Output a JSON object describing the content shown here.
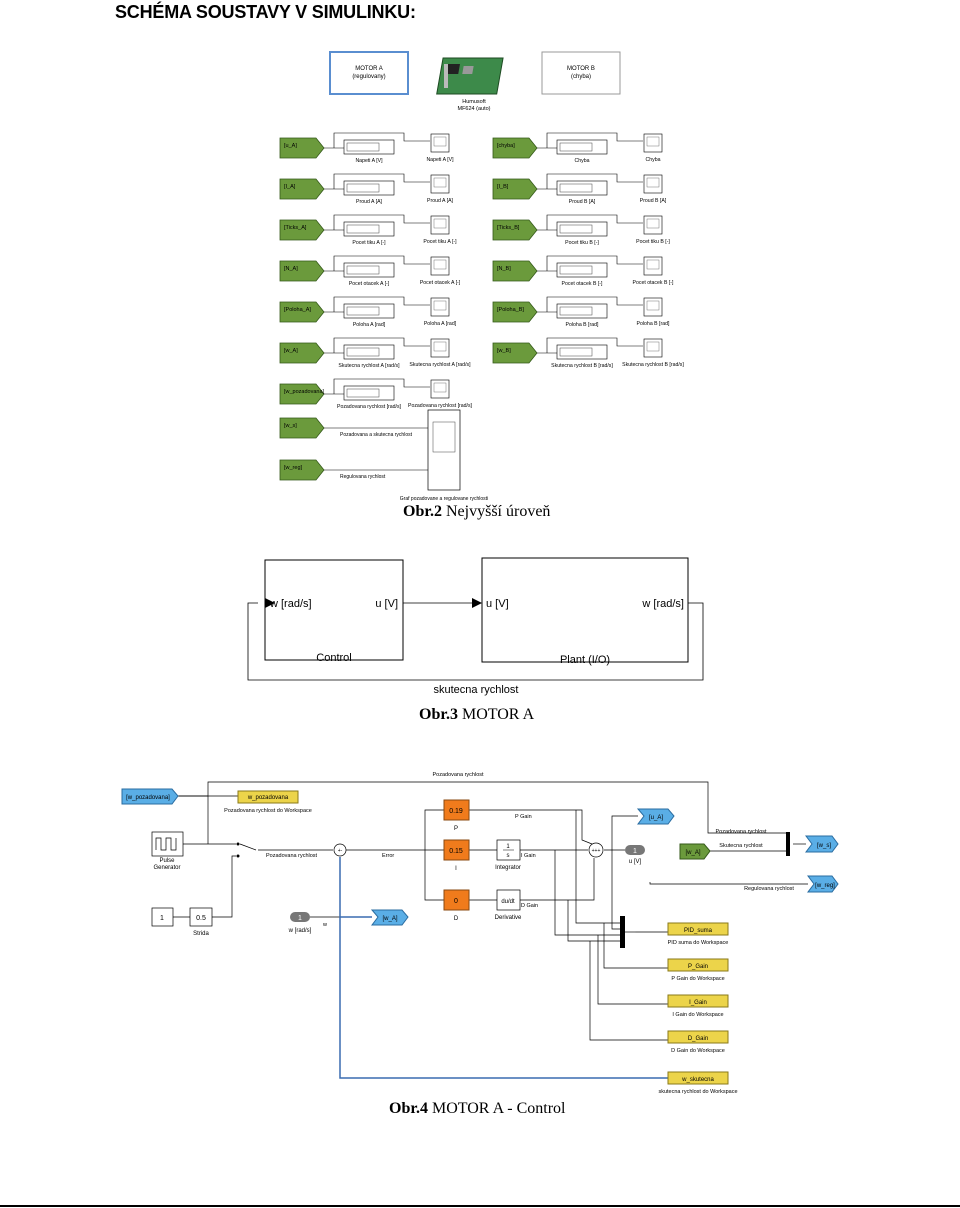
{
  "heading": "SCHÉMA SOUSTAVY V SIMULINKU:",
  "fig2": {
    "caption_num": "Obr.2",
    "caption_text": " Nejvyšší úroveň",
    "top_blocks": [
      {
        "label1": "MOTOR A",
        "label2": "(regulovany)"
      },
      {
        "label1": "MOTOR B",
        "label2": "(chyba)"
      }
    ],
    "card_label1": "Humusoft",
    "card_label2": "MF624 (auto)",
    "left_rows": [
      {
        "tag": "[u_A]",
        "display": "Napeti A [V]",
        "scope": "Napeti A [V]"
      },
      {
        "tag": "[I_A]",
        "display": "Proud A [A]",
        "scope": "Proud A [A]"
      },
      {
        "tag": "[Ticks_A]",
        "display": "Pocet tiku A [-]",
        "scope": "Pocet tiku A [-]"
      },
      {
        "tag": "[N_A]",
        "display": "Pocet otacek A [-]",
        "scope": "Pocet otacek A [-]"
      },
      {
        "tag": "[Poloha_A]",
        "display": "Poloha A [rad]",
        "scope": "Poloha A [rad]"
      },
      {
        "tag": "[w_A]",
        "display": "Skutecna rychlost A [rad/s]",
        "scope": "Skutecna rychlost A [rad/s]"
      },
      {
        "tag": "[w_pozadovana]",
        "display": "Pozadovana rychlost [rad/s]",
        "scope": "Pozadovana rychlost [rad/s]"
      }
    ],
    "right_rows": [
      {
        "tag": "[chyba]",
        "display": "Chyba",
        "scope": "Chyba"
      },
      {
        "tag": "[I_B]",
        "display": "Proud B [A]",
        "scope": "Proud B [A]"
      },
      {
        "tag": "[Ticks_B]",
        "display": "Pocet tiku B [-]",
        "scope": "Pocet tiku B [-]"
      },
      {
        "tag": "[N_B]",
        "display": "Pocet otacek B [-]",
        "scope": "Pocet otacek B [-]"
      },
      {
        "tag": "[Poloha_B]",
        "display": "Poloha B [rad]",
        "scope": "Poloha B [rad]"
      },
      {
        "tag": "[w_B]",
        "display": "Skutecna rychlost B [rad/s]",
        "scope": "Skutecna rychlost B [rad/s]"
      }
    ],
    "bottom_rows": [
      {
        "tag": "[w_s]",
        "line_label": "Pozadovana a skutecna rychlost"
      },
      {
        "tag": "[w_reg]",
        "line_label": "Regulovana rychlost"
      }
    ],
    "big_scope_label": "Graf pozadovane a regulovane rychlosti"
  },
  "fig3": {
    "caption_num": "Obr.3",
    "caption_text": " MOTOR A",
    "control": {
      "in_port": "w [rad/s]",
      "out_port": "u [V]",
      "name": "Control"
    },
    "plant": {
      "in_port": "u [V]",
      "out_port": "w [rad/s]",
      "name": "Plant (I/O)"
    },
    "feedback_label": "skutecna rychlost"
  },
  "fig4": {
    "caption_num": "Obr.4",
    "caption_text": " MOTOR A - Control",
    "top_line_label": "Pozadovana rychlost",
    "from_w_poz": "[w_pozadovana]",
    "ws_w_poz": "w_pozadovana",
    "ws_w_poz_label": "Pozadovana rychlost do Workspace",
    "pulse_label1": "Pulse",
    "pulse_label2": "Generator",
    "switch_out_label": "Pozadovana rychlost",
    "const1": "1",
    "const05": "0.5",
    "strida_label": "Strida",
    "error_label": "Error",
    "gain_p": "0.19",
    "gain_p_label": "P",
    "gain_i": "0.15",
    "gain_i_label": "I",
    "gain_d": "0",
    "gain_d_label": "D",
    "p_gain_line": "P Gain",
    "i_gain_line": "I Gain",
    "d_gain_line": "D Gain",
    "integrator_label": "Integrator",
    "integrator_num": "1",
    "integrator_den": "s",
    "derivative_text": "du/dt",
    "derivative_label": "Derivative",
    "goto_u_a": "[u_A]",
    "uv_value": "1",
    "uv_label": "u [V]",
    "w_rad_value": "1",
    "w_rad_label": "w [rad/s]",
    "w_line_label": "w",
    "goto_w_a": "[w_A]",
    "from_w_a": "[w_A]",
    "mux_line1": "Pozadovana rychlost",
    "mux_line2": "Skutecna rychlost",
    "goto_w_s": "[w_s]",
    "reg_line_label": "Regulovana rychlost",
    "goto_w_reg": "[w_reg]",
    "ws_blocks": [
      {
        "name": "PID_suma",
        "label": "PID suma do Workspace"
      },
      {
        "name": "P_Gain",
        "label": "P Gain do Workspace"
      },
      {
        "name": "I_Gain",
        "label": "I Gain do Workspace"
      },
      {
        "name": "D_Gain",
        "label": "D Gain do Workspace"
      },
      {
        "name": "w_skutecna",
        "label": "skutecna rychlost do Workspace"
      }
    ]
  },
  "colors": {
    "green": "#6b9a3c",
    "blue": "#5aaee6",
    "orange": "#f07b1c",
    "yellow": "#ecd44a",
    "blueline": "#3a6cb0"
  }
}
